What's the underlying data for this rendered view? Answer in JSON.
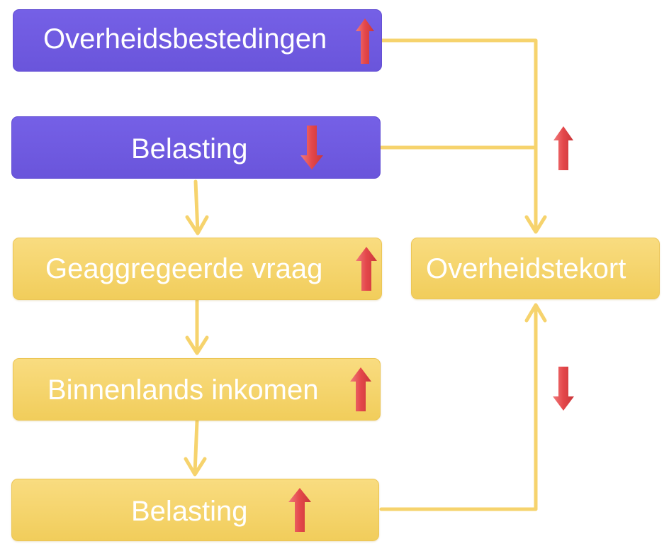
{
  "colors": {
    "purple": "#6e5ae0",
    "yellow": "#f5d46a",
    "connector": "#f6d36d",
    "arrow_red": "#e4474a"
  },
  "nodes": {
    "spending": {
      "label": "Overheidsbestedingen",
      "trend": "up"
    },
    "tax_top": {
      "label": "Belasting",
      "trend": "down"
    },
    "demand": {
      "label": "Geaggregeerde vraag",
      "trend": "up"
    },
    "income": {
      "label": "Binnenlands inkomen",
      "trend": "up"
    },
    "tax_bottom": {
      "label": "Belasting",
      "trend": "up"
    },
    "deficit": {
      "label": "Overheidstekort"
    }
  },
  "effects": {
    "upper_path": "up",
    "lower_path": "down"
  },
  "icons": {
    "up": "arrow-up-icon",
    "down": "arrow-down-icon"
  }
}
